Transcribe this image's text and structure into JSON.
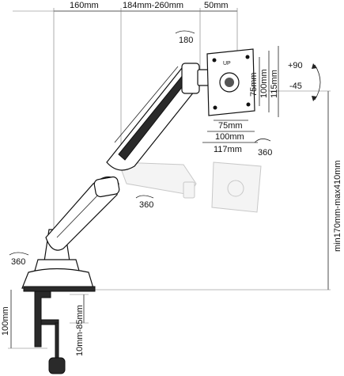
{
  "dimensions": {
    "top_left": "160mm",
    "top_range": "184mm-260mm",
    "top_right": "50mm",
    "vesa_h_small": "75mm",
    "vesa_h_large": "100mm",
    "vesa_h_outer": "117mm",
    "vesa_v_small": "75mm",
    "vesa_v_large": "100mm",
    "vesa_v_outer": "115mm",
    "height_range": "min170mm-max410mm",
    "clamp_height": "100mm",
    "desk_thickness": "10mm-85mm"
  },
  "rotations": {
    "plate_rotation": "180",
    "swivel_head": "360",
    "swivel_mid": "360",
    "swivel_base": "360"
  },
  "tilt": {
    "up": "+90",
    "down": "-45"
  },
  "labels": {
    "up_mark": "UP"
  }
}
